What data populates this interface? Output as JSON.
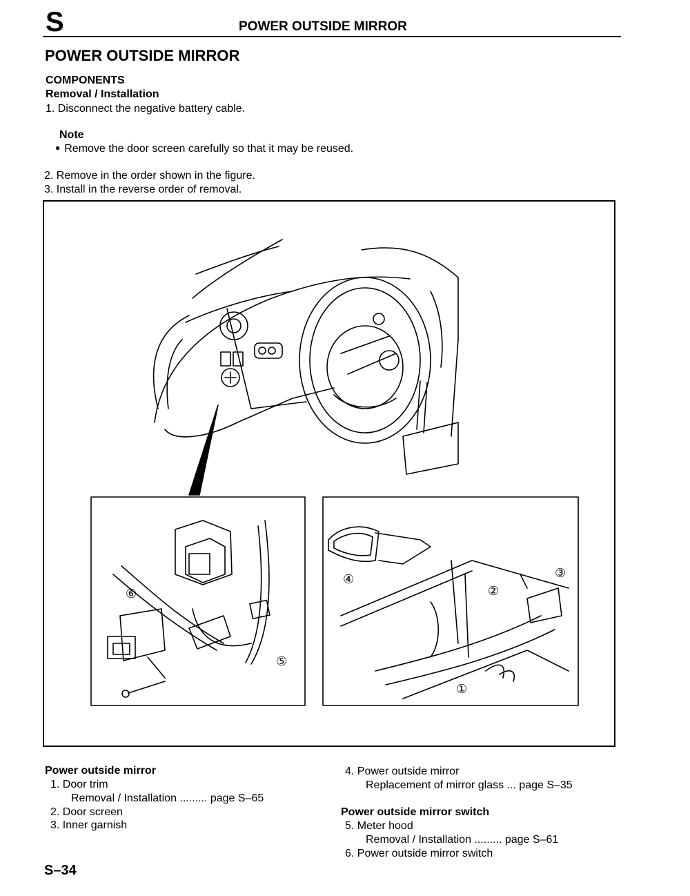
{
  "header": {
    "section_letter": "S",
    "title": "POWER OUTSIDE MIRROR"
  },
  "page_title": "POWER OUTSIDE MIRROR",
  "components": {
    "heading": "COMPONENTS",
    "subheading": "Removal / Installation",
    "step1": "1. Disconnect the negative battery cable.",
    "note_label": "Note",
    "note_text": "Remove the door screen carefully so that it may be reused.",
    "step2": "2. Remove in the order shown in the figure.",
    "step3": "3. Install in the reverse order of removal."
  },
  "figure": {
    "callouts": [
      "①",
      "②",
      "③",
      "④",
      "⑤",
      "⑥"
    ]
  },
  "legend_left": {
    "heading": "Power outside mirror",
    "item1": "1. Door trim",
    "item1_ref": "Removal / Installation ......... page S–65",
    "item2": "2. Door screen",
    "item3": "3. Inner garnish"
  },
  "legend_right": {
    "item4": "4. Power outside mirror",
    "item4_ref": "Replacement of mirror glass ... page S–35",
    "heading": "Power outside mirror switch",
    "item5": "5. Meter hood",
    "item5_ref": "Removal / Installation ......... page S–61",
    "item6": "6. Power outside mirror switch"
  },
  "footer": {
    "page_number": "S–34"
  }
}
